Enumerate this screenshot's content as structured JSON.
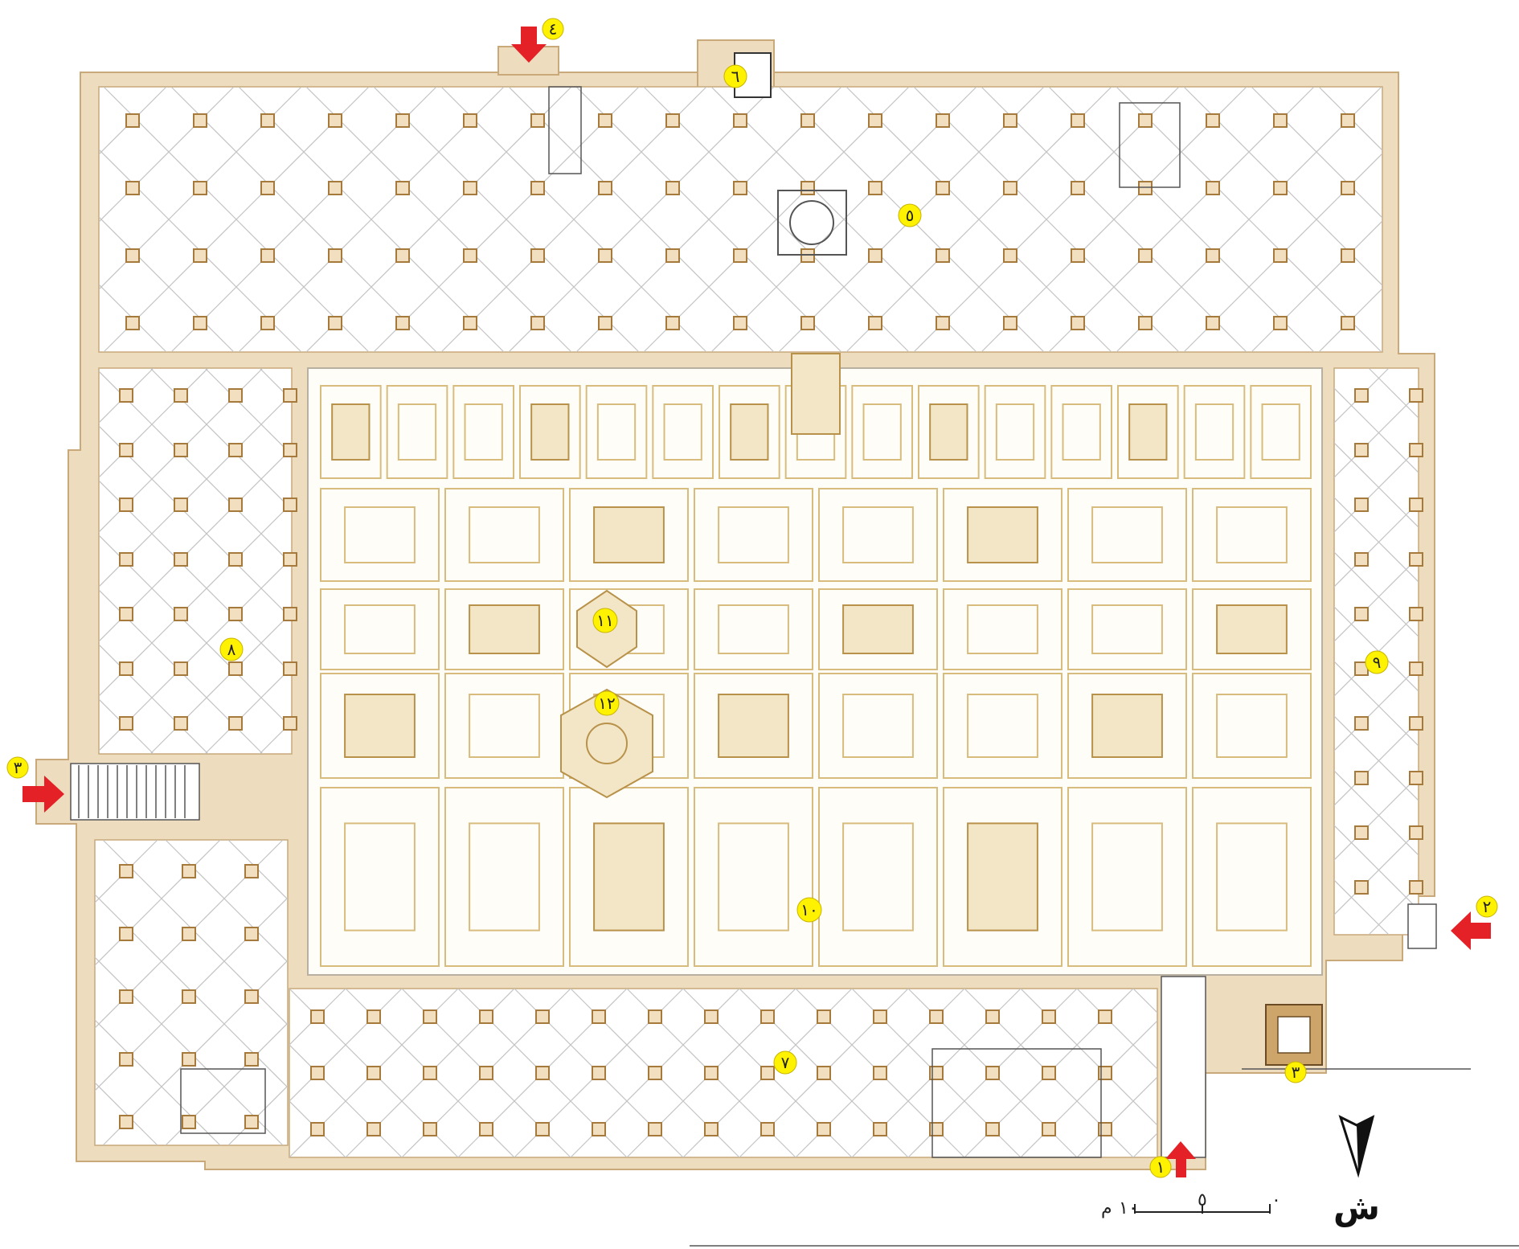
{
  "colors": {
    "wall": "#eedcbf",
    "wall_stroke": "#c9a97a",
    "pier": "#f1dfc0",
    "courtyard_pattern": "#d8bc7d",
    "label_badge": "#fff200",
    "entrance_arrow": "#e32126"
  },
  "labels": {
    "n1": "١",
    "n2": "٢",
    "n3_west": "٣",
    "n3_stair": "٣",
    "n4": "٤",
    "n5": "٥",
    "n6": "٦",
    "n7": "٧",
    "n8": "٨",
    "n9": "٩",
    "n10": "١٠",
    "n11": "١١",
    "n12": "١٢"
  },
  "scale": {
    "zero": "٠",
    "five": "٥",
    "ten": "١٠",
    "unit": "م"
  },
  "north": {
    "letter": "ش",
    "icon": "north-arrow-icon"
  }
}
